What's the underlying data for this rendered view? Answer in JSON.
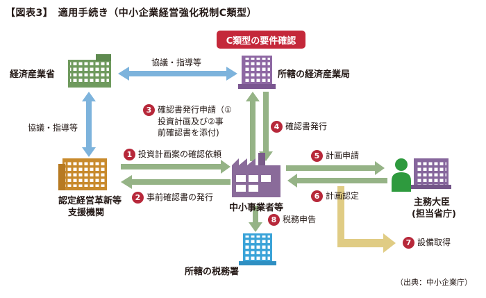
{
  "title": "【図表3】　適用手続き（中小企業経営強化税制C類型）",
  "badge": "C類型の要件確認",
  "entities": {
    "meti": "経済産業省",
    "regional_bureau": "所轄の経済産業局",
    "support_org_line1": "認定経営革新等",
    "support_org_line2": "支援機関",
    "sme": "中小事業者等",
    "minister_line1": "主務大臣",
    "minister_line2": "(担当省庁)",
    "tax_office": "所轄の税務署"
  },
  "flows": {
    "consult_top": "協議・指導等",
    "consult_left": "協議・指導等",
    "step1": {
      "num": "1",
      "text": "投資計画案の確認依頼"
    },
    "step2": {
      "num": "2",
      "text": "事前確認書の発行"
    },
    "step3": {
      "num": "3",
      "lines": [
        "確認書発行申請（①",
        "投資計画及び②事",
        "前確認書を添付)"
      ]
    },
    "step4": {
      "num": "4",
      "text": "確認書発行"
    },
    "step5": {
      "num": "5",
      "text": "計画申請"
    },
    "step6": {
      "num": "6",
      "text": "計画認定"
    },
    "step7": {
      "num": "7",
      "text": "設備取得"
    },
    "step8": {
      "num": "8",
      "text": "税務申告"
    }
  },
  "source": "（出典：中小企業庁）",
  "colors": {
    "meti_green": "#6f9a5e",
    "bureau_purple": "#8e68a3",
    "org_orange": "#c88a2c",
    "sme_purple": "#8a6b9a",
    "tax_blue": "#3aa3d8",
    "minister_purple": "#86669c",
    "arrow_blue": "#7db3dc",
    "arrow_green": "#95b386",
    "arrow_tan": "#e0cc84",
    "person_green": "#2e9a3e",
    "accent_red": "#c4283a"
  }
}
